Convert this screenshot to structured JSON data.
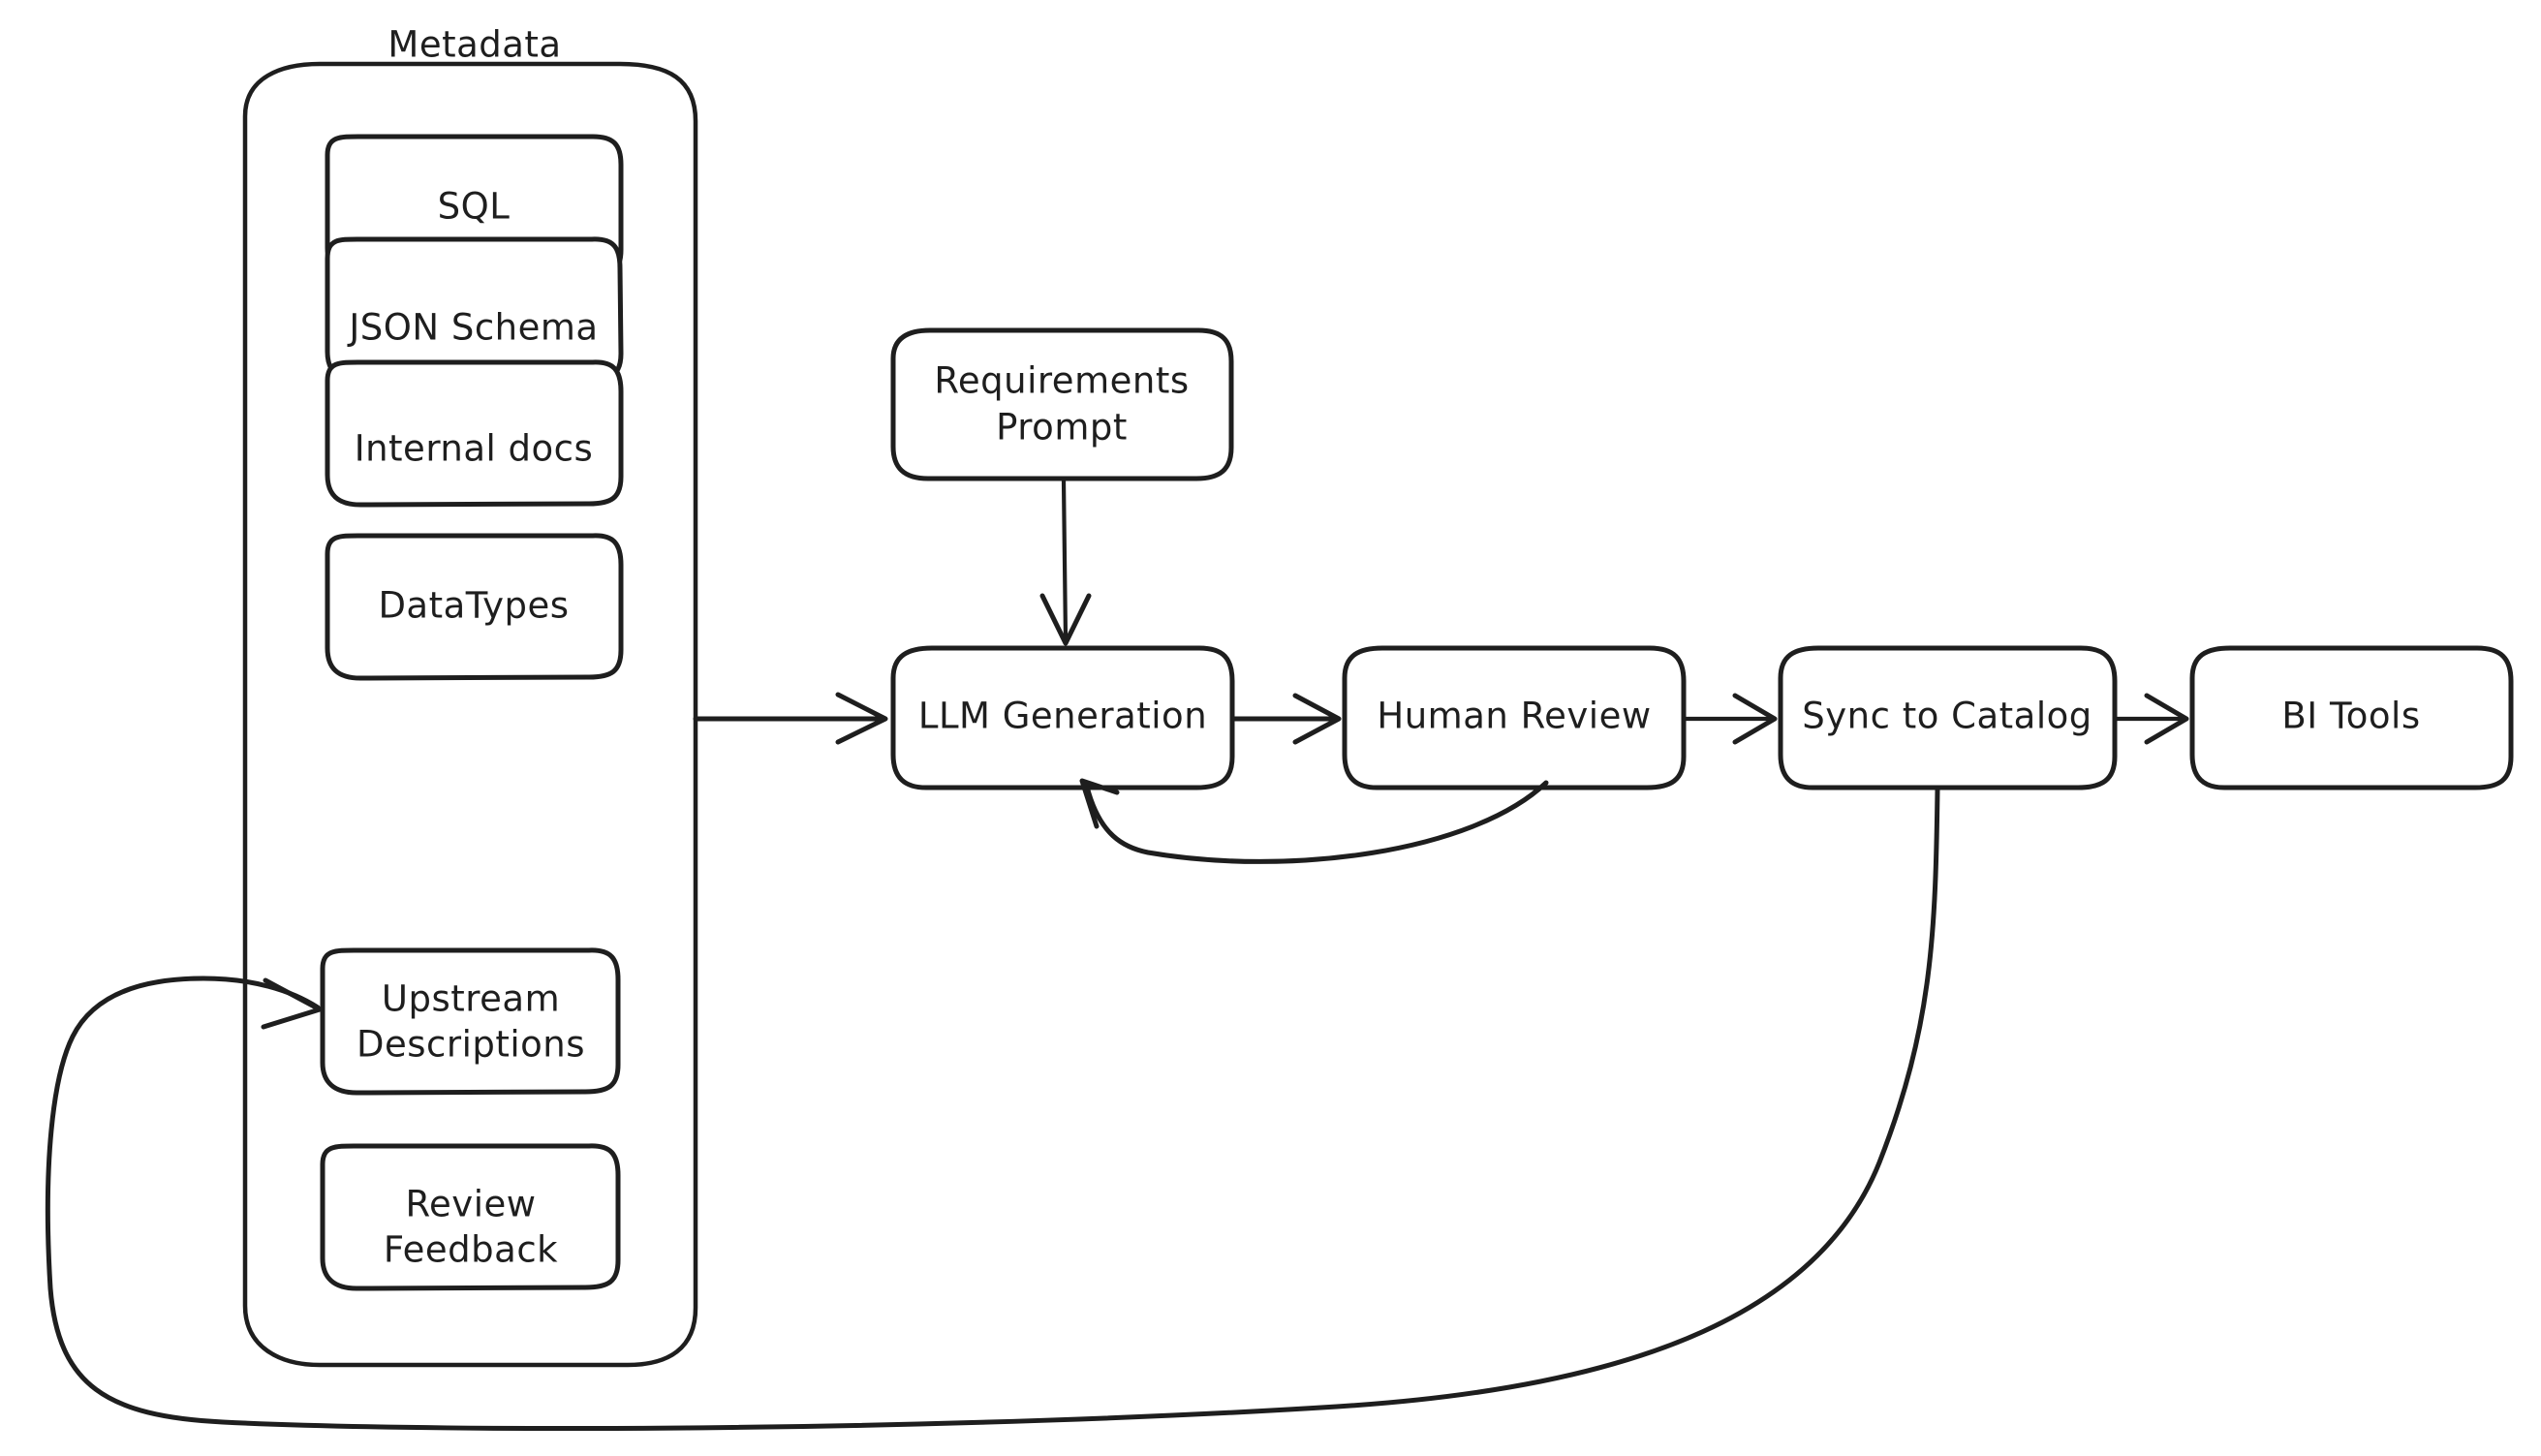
{
  "diagram": {
    "title": "",
    "style": "hand-drawn",
    "stroke_color": "#1e1e1e",
    "background_color": "#ffffff",
    "groups": [
      {
        "id": "metadata-group",
        "label": "Metadata",
        "label_position": "top-center"
      }
    ],
    "nodes": [
      {
        "id": "sql",
        "label": "SQL",
        "lines": [
          "SQL"
        ]
      },
      {
        "id": "json-schema",
        "label": "JSON Schema",
        "lines": [
          "JSON Schema"
        ]
      },
      {
        "id": "internal-docs",
        "label": "Internal docs",
        "lines": [
          "Internal docs"
        ]
      },
      {
        "id": "datatypes",
        "label": "DataTypes",
        "lines": [
          "DataTypes"
        ]
      },
      {
        "id": "upstream-descriptions",
        "label": "Upstream Descriptions",
        "lines": [
          "Upstream",
          "Descriptions"
        ]
      },
      {
        "id": "review-feedback",
        "label": "Review Feedback",
        "lines": [
          "Review",
          "Feedback"
        ]
      },
      {
        "id": "requirements-prompt",
        "label": "Requirements Prompt",
        "lines": [
          "Requirements",
          "Prompt"
        ]
      },
      {
        "id": "llm-generation",
        "label": "LLM Generation",
        "lines": [
          "LLM Generation"
        ]
      },
      {
        "id": "human-review",
        "label": "Human Review",
        "lines": [
          "Human Review"
        ]
      },
      {
        "id": "sync-to-catalog",
        "label": "Sync to Catalog",
        "lines": [
          "Sync to Catalog"
        ]
      },
      {
        "id": "bi-tools",
        "label": "BI Tools",
        "lines": [
          "BI Tools"
        ]
      }
    ],
    "edges": [
      {
        "id": "edge-metadata-to-llm",
        "from": "metadata-group",
        "to": "llm-generation",
        "arrow": true,
        "shape": "straight"
      },
      {
        "id": "edge-prompt-to-llm",
        "from": "requirements-prompt",
        "to": "llm-generation",
        "arrow": true,
        "shape": "straight"
      },
      {
        "id": "edge-llm-to-review",
        "from": "llm-generation",
        "to": "human-review",
        "arrow": true,
        "shape": "straight"
      },
      {
        "id": "edge-review-to-sync",
        "from": "human-review",
        "to": "sync-to-catalog",
        "arrow": true,
        "shape": "straight"
      },
      {
        "id": "edge-sync-to-bi",
        "from": "sync-to-catalog",
        "to": "bi-tools",
        "arrow": true,
        "shape": "straight"
      },
      {
        "id": "edge-review-back-to-llm",
        "from": "human-review",
        "to": "llm-generation",
        "arrow": true,
        "shape": "curve"
      },
      {
        "id": "edge-sync-to-upstream",
        "from": "sync-to-catalog",
        "to": "upstream-descriptions",
        "arrow": true,
        "shape": "long-curve"
      }
    ]
  }
}
